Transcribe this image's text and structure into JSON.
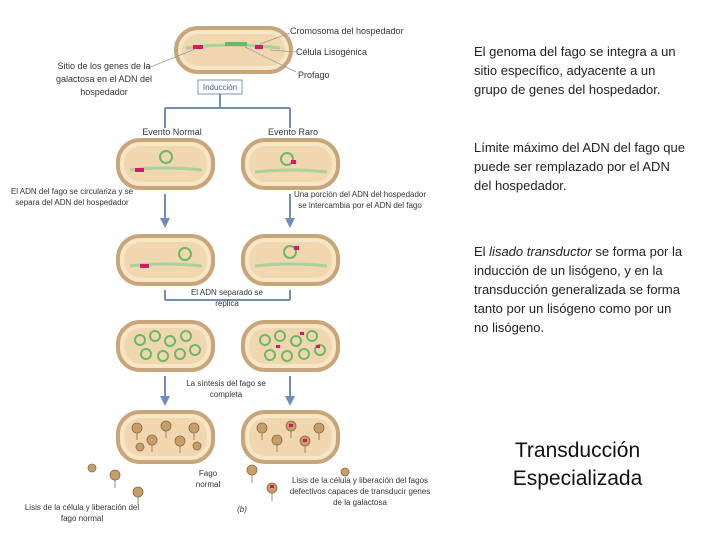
{
  "diagram": {
    "host_chromosome": "Cromosoma del hospedador",
    "lysogenic_cell": "Célula Lisogénica",
    "prophage": "Profago",
    "galactose_site": "Sitio de los genes de la galactosa en el ADN del hospedador",
    "induction": "Inducción",
    "normal_event": "Evento Normal",
    "rare_event": "Evento Raro",
    "phage_dna_circularizes": "El ADN del fago se circulariza y se separa del ADN del hospedador",
    "host_dna_exchanged": "Una porción del ADN del hospedador se intercambia por el ADN del fago",
    "dna_replicates": "El ADN separado se replica",
    "synthesis_complete": "La síntesis del fago se completa",
    "normal_phage": "Fago normal",
    "normal_lysis": "Lisis de la célula y liberación del fago normal",
    "defective_lysis": "Lisis de la célula y liberación del fagos defectivos capaces de transducir genes de la galactosa",
    "panel_label": "(b)"
  },
  "side_text": {
    "genome_integrates": "El genoma del fago se integra a un sitio específico, adyacente a un grupo de genes del hospedador.",
    "max_limit": "Límite máximo del ADN del fago que puede ser remplazado por el ADN del hospedador.",
    "lysate_prefix": "El ",
    "lysate_italic": "lisado transductor",
    "lysate_rest": " se forma por la inducción de un lisógeno, y en la transducción generalizada  se forma tanto por un lisógeno como por un no lisógeno."
  },
  "title": "Transducción Especializada",
  "colors": {
    "cell_fill": "#f7e6c6",
    "cell_edge": "#c9a57a",
    "cell_inner": "#f1d7b0",
    "host_dna": "#a9d19a",
    "galactose_gene": "#d6186b",
    "arrow": "#6f8db5",
    "induction_box": "#7c93b8"
  }
}
